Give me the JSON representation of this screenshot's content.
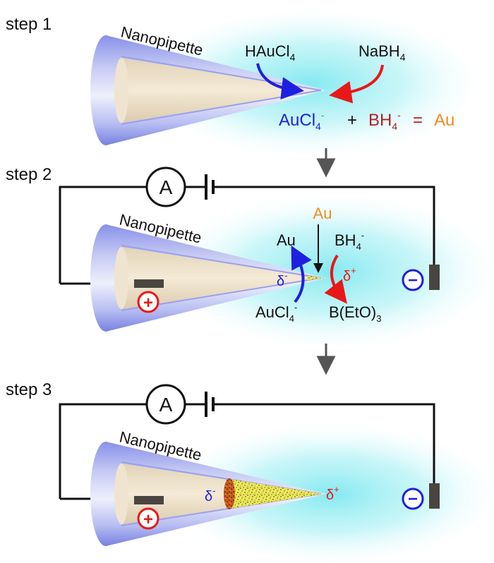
{
  "colors": {
    "blue": "#1f1fe0",
    "red": "#e81818",
    "orange": "#f08c1e",
    "darkred": "#b0202a",
    "black": "#111111",
    "glow": "#7ee8f0",
    "electrode": "#4a4540",
    "gold": "#e8e040"
  },
  "step1": {
    "title": "step 1",
    "pipette": "Nanopipette",
    "haucl": "HAuCl",
    "haucl_sub": "4",
    "nabh": "NaBH",
    "nabh_sub": "4",
    "eq_aucl": "AuCl",
    "eq_aucl_sub": "4",
    "eq_aucl_sup": "-",
    "eq_plus": "+",
    "eq_bh": "BH",
    "eq_bh_sub": "4",
    "eq_bh_sup": "-",
    "eq_equals": "=",
    "eq_au": "Au"
  },
  "step2": {
    "title": "step 2",
    "pipette": "Nanopipette",
    "ammeter": "A",
    "au_top": "Au",
    "au_left": "Au",
    "bh": "BH",
    "bh_sub": "4",
    "bh_sup": "-",
    "delta_minus": "δ",
    "delta_minus_sup": "-",
    "delta_plus": "δ",
    "delta_plus_sup": "+",
    "aucl": "AuCl",
    "aucl_sub": "4",
    "aucl_sup": "-",
    "beto": "B(EtO)",
    "beto_sub": "3",
    "plus_sign": "+",
    "minus_sign": "−"
  },
  "step3": {
    "title": "step 3",
    "pipette": "Nanopipette",
    "ammeter": "A",
    "delta_minus": "δ",
    "delta_minus_sup": "-",
    "delta_plus": "δ",
    "delta_plus_sup": "+",
    "plus_sign": "+",
    "minus_sign": "−"
  }
}
